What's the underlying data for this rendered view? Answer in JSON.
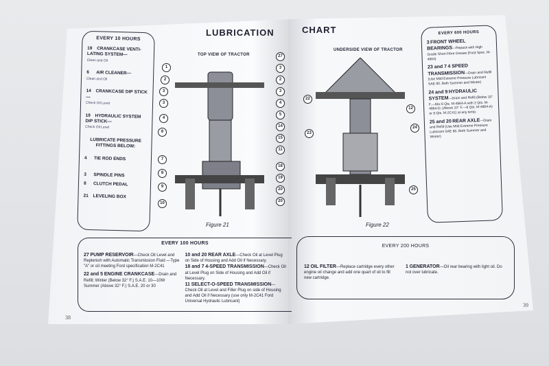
{
  "title": {
    "left": "LUBRICATION",
    "right": "CHART"
  },
  "left_page": {
    "box_10": {
      "heading": "EVERY 10 HOURS",
      "items": [
        {
          "num": "19",
          "name": "CRANKCASE VENTI-LATING SYSTEM—",
          "desc": "Clean and Oil"
        },
        {
          "num": "6",
          "name": "AIR CLEANER—",
          "desc": "Clean and Oil"
        },
        {
          "num": "14",
          "name": "CRANKCASE DIP STICK—",
          "desc": "Check Oil Level"
        },
        {
          "num": "19",
          "name": "HYDRAULIC SYSTEM DIP STICK—",
          "desc": "Check Oil Level"
        }
      ],
      "pressure_heading": "LUBRICATE PRESSURE FITTINGS BELOW:",
      "fittings": [
        {
          "num": "4",
          "name": "TIE ROD ENDS"
        },
        {
          "num": "3",
          "name": "SPINDLE PINS"
        },
        {
          "num": "8",
          "name": "CLUTCH PEDAL"
        },
        {
          "num": "21",
          "name": "LEVELING BOX"
        }
      ]
    },
    "figure_title": "TOP VIEW OF TRACTOR",
    "figure_caption": "Figure 21",
    "callouts_left": [
      "1",
      "2",
      "3",
      "3",
      "4",
      "6",
      "7",
      "8",
      "9",
      "10"
    ],
    "callouts_right": [
      "27",
      "3",
      "2",
      "3",
      "4",
      "5",
      "14",
      "15",
      "11",
      "18",
      "19",
      "20",
      "20"
    ],
    "box_100": {
      "heading": "EVERY 100 HOURS",
      "col1": [
        {
          "num": "27",
          "name": "PUMP RESERVOIR",
          "desc": "—Check Oil Level and Replenish with Automatic Transmission Fluid —Type \"A\" or oil meeting Ford specification M-2C41"
        },
        {
          "num": "22 and 5",
          "name": "ENGINE CRANKCASE",
          "desc": "—Drain and Refill; Winter (Below 32° F.) S.A.E. 10—10W Summer (Above 32° F.) S.A.E. 20 or 30"
        }
      ],
      "col2": [
        {
          "num": "10 and 20",
          "name": "REAR AXLE",
          "desc": "—Check Oil at Level Plug on Side of Housing and Add Oil if Necessary."
        },
        {
          "num": "18 and 7",
          "name": "4-SPEED TRANSMISSION",
          "desc": "—Check Oil at Level Plug on Side of Housing and Add Oil if Necessary."
        },
        {
          "num": "11",
          "name": "SELECT-O-SPEED TRANSMISSION",
          "desc": "—Check Oil at Level and Filler Plug on side of Housing and Add Oil if Necessary (use only M-2C41 Ford Universal Hydraulic Lubricant)"
        }
      ]
    },
    "page_number": "38"
  },
  "right_page": {
    "figure_title": "UNDERSIDE VIEW OF TRACTOR",
    "figure_caption": "Figure 22",
    "callouts": [
      "22",
      "12",
      "23",
      "24",
      "25"
    ],
    "box_600": {
      "heading": "EVERY 600 HOURS",
      "items": [
        {
          "num": "3",
          "name": "FRONT WHEEL BEARINGS",
          "desc": "—Repack with High Grade Short Fibre Grease (Ford Spec. M-4664)"
        },
        {
          "num": "23 and 7",
          "name": "4 SPEED TRANSMISSION",
          "desc": "—Drain and Refill (Use Mild Extreme Pressure Lubricant SAE 80, Both Summer and Winter)"
        },
        {
          "num": "24 and 9",
          "name": "HYDRAULIC SYSTEM",
          "desc": "—Drain and Refill (Below 10° F.—Mix 6 Qts. M-4864-A with 2 Qts. M-4864-D; (Above 10° F.—8 Qts. M-4864-A) or 8 Qts. M-2C41) at any temp."
        },
        {
          "num": "25 and 20",
          "name": "REAR AXLE",
          "desc": "—Drain and Refill (Use Mild Extreme Pressure Lubricant SAE 80, Both Summer and Winter)"
        }
      ]
    },
    "box_200": {
      "heading": "EVERY 200 HOURS",
      "items": [
        {
          "num": "12",
          "name": "OIL FILTER",
          "desc": "—Replace cartridge every other engine oil change and add one quart of oil to fill new cartridge."
        },
        {
          "num": "1",
          "name": "GENERATOR",
          "desc": "—Oil rear bearing with light oil. Do not over lubricate."
        }
      ]
    },
    "page_number": "39"
  }
}
